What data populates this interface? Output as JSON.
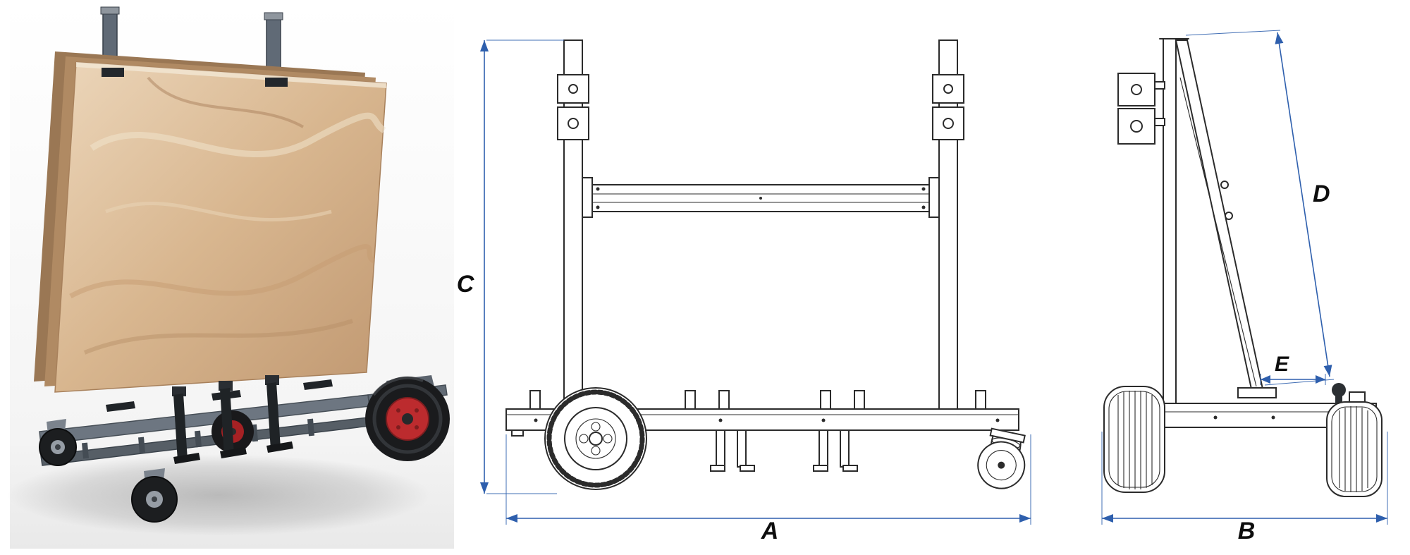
{
  "labels": {
    "front": {
      "width": "A",
      "height": "C"
    },
    "side": {
      "length": "B",
      "slant_height": "D",
      "base_offset": "E"
    }
  },
  "views": {
    "photo": "slab-trolley-loaded-with-stone-slabs",
    "front": "front-elevation-technical-drawing",
    "side": "side-elevation-technical-drawing"
  },
  "colors": {
    "dimension_blue": "#2e5fad",
    "drawing_line": "#2b2b2b",
    "marble_beige": "#dcbb95",
    "marble_dark": "#b08a63",
    "frame_gray": "#6d7681",
    "wheel_hub_red": "#bc2b2e",
    "tire_black": "#1a1b1d"
  }
}
